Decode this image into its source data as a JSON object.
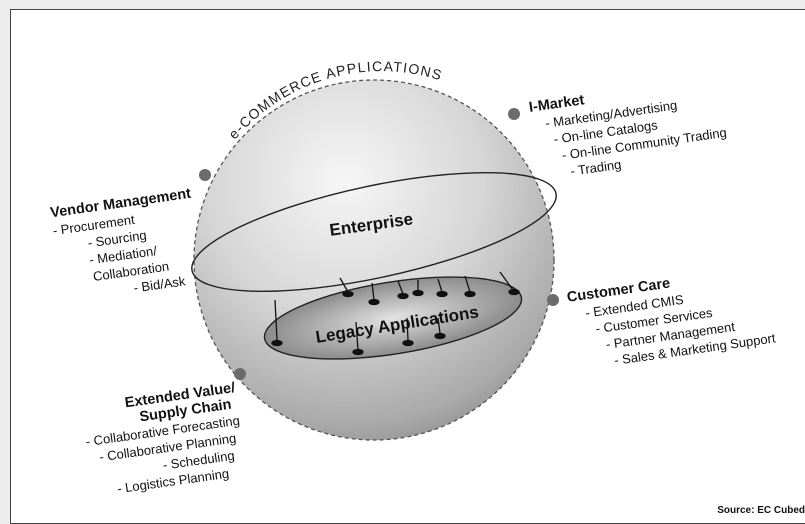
{
  "title_arc": "e-COMMERCE APPLICATIONS",
  "enterprise_label": "Enterprise",
  "legacy_label": "Legacy Applications",
  "i_market": {
    "title": "I-Market",
    "items": [
      "- Marketing/Advertising",
      "- On-line Catalogs",
      "- On-line Community Trading",
      "- Trading"
    ]
  },
  "vendor_management": {
    "title": "Vendor Management",
    "items": [
      "- Procurement",
      "- Sourcing",
      "- Mediation/",
      "Collaboration",
      "- Bid/Ask"
    ]
  },
  "customer_care": {
    "title": "Customer Care",
    "items": [
      "- Extended CMIS",
      "- Customer Services",
      "- Partner Management",
      "- Sales & Marketing Support"
    ]
  },
  "extended_value": {
    "title_line1": "Extended Value/",
    "title_line2": "Supply Chain",
    "items": [
      "- Collaborative Forecasting",
      "- Collaborative Planning",
      "- Scheduling",
      "- Logistics Planning"
    ]
  },
  "source": "Source: EC Cubed",
  "colors": {
    "node": "#6b6b6b",
    "sphere_light": "#f4f4f4",
    "sphere_dark": "#8c8c8c"
  }
}
